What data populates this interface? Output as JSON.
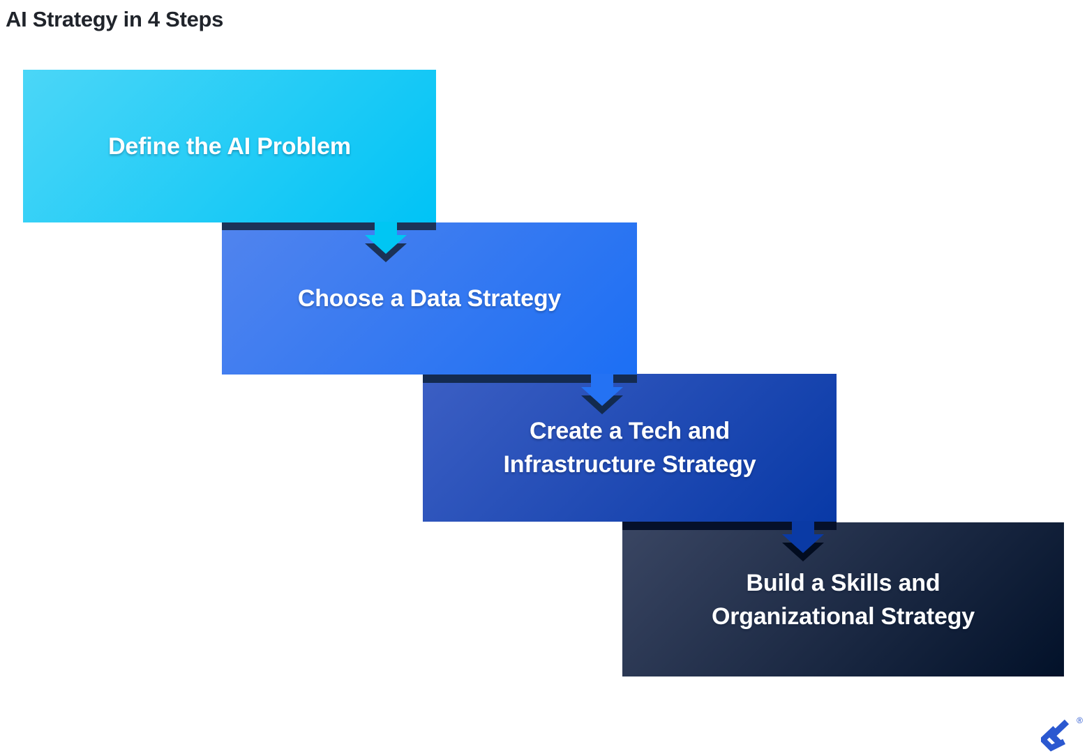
{
  "title": "AI Strategy in 4 Steps",
  "title_color": "#20242b",
  "background_color": "#ffffff",
  "text_color": "#ffffff",
  "steps": [
    {
      "label": "Define the AI Problem",
      "gradient": [
        "#4bd6f7",
        "#00c3f6"
      ],
      "cast_shadow_color": "#1d3357",
      "arrow": {
        "name": "down-arrow",
        "color": "#00c6f3",
        "shadow_color": "#1b3156"
      }
    },
    {
      "label": "Choose a Data Strategy",
      "gradient": [
        "#5184ee",
        "#1c6ff4"
      ],
      "cast_shadow_color": "#142b50",
      "arrow": {
        "name": "down-arrow",
        "color": "#2472f3",
        "shadow_color": "#122a4e"
      }
    },
    {
      "label": "Create a Tech and\nInfrastructure Strategy",
      "gradient": [
        "#3c5fc4",
        "#0839a6"
      ],
      "cast_shadow_color": "#05102a",
      "arrow": {
        "name": "down-arrow",
        "color": "#0a3aa5",
        "shadow_color": "#020c1f"
      }
    },
    {
      "label": "Build a Skills and\nOrganizational Strategy",
      "gradient": [
        "#3a4663",
        "#021129"
      ]
    }
  ],
  "logo": {
    "name": "Toptal",
    "color": "#2b58d0",
    "registered_mark": "®"
  }
}
